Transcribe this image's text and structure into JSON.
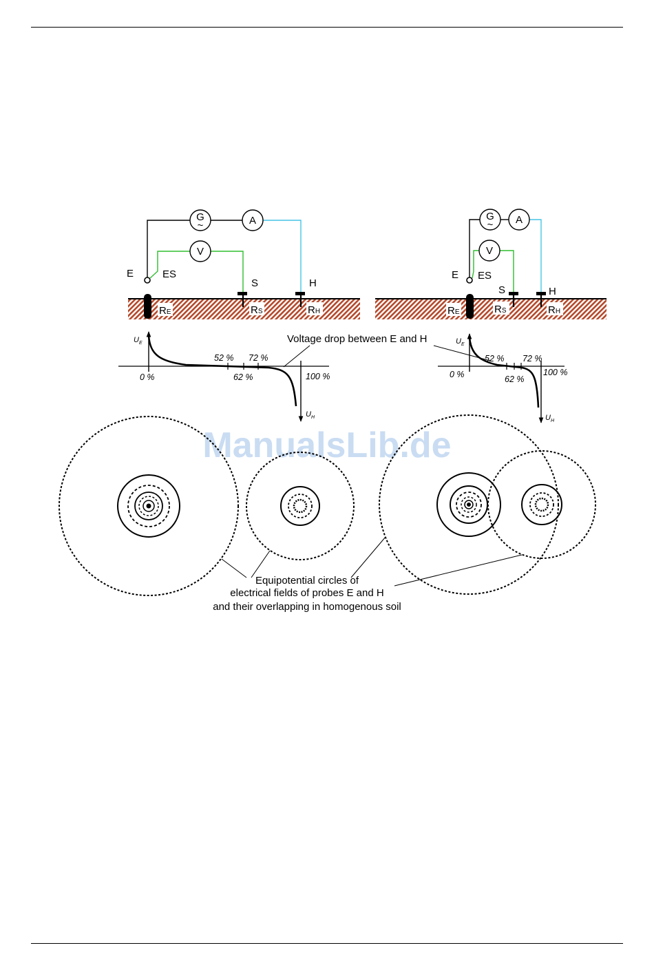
{
  "watermark": "ManualsLib.de",
  "colors": {
    "soil": "#b5482a",
    "voltage_wire": "#2ebd2e",
    "current_wire": "#45c4e6",
    "line": "#000000",
    "watermark": "#c9dcf2"
  },
  "caption_voltage": "Voltage drop between E and H",
  "caption_equipotential": [
    "Equipotential circles of",
    "electrical fields of probes E and H",
    "and their overlapping in homogenous soil"
  ],
  "circuit": {
    "generator_label": "G",
    "generator_symbol": "~",
    "ammeter_label": "A",
    "voltmeter_label": "V",
    "terminal_e": "E",
    "terminal_es": "ES",
    "terminal_s": "S",
    "terminal_h": "H",
    "res_e_main": "R",
    "res_e_sub": "E",
    "res_s_main": "R",
    "res_s_sub": "S",
    "res_h_main": "R",
    "res_h_sub": "H"
  },
  "graph": {
    "ue_main": "U",
    "ue_sub": "E",
    "uh_main": "U",
    "uh_sub": "H",
    "pct_0": "0 %",
    "pct_52": "52 %",
    "pct_62": "62 %",
    "pct_72": "72 %",
    "pct_100": "100 %"
  }
}
